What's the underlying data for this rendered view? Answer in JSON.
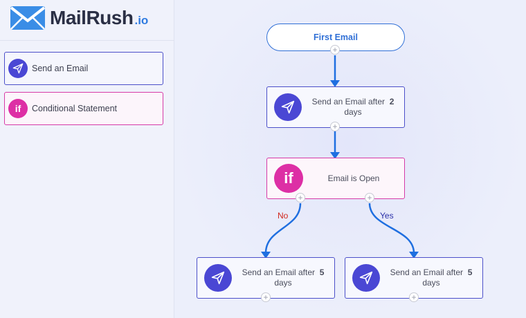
{
  "brand": {
    "name": "MailRush",
    "suffix": ".io"
  },
  "palette": {
    "email_label": "Send an Email",
    "cond_label": "Conditional Statement",
    "cond_icon_text": "if"
  },
  "flow": {
    "start_label": "First Email",
    "step1": {
      "prefix": "Send an Email after",
      "count": "2",
      "unit": "days"
    },
    "condition": {
      "icon_text": "if",
      "label": "Email is Open"
    },
    "branch_no": {
      "label": "No",
      "prefix": "Send an Email after",
      "count": "5",
      "unit": "days"
    },
    "branch_yes": {
      "label": "Yes",
      "prefix": "Send an Email after",
      "count": "5",
      "unit": "days"
    },
    "add_symbol": "+"
  },
  "colors": {
    "accent": "#2f6fd6",
    "email": "#4a47d4",
    "condition": "#dd2fa5",
    "no_label": "#d0261b",
    "yes_label": "#2a2fa8"
  }
}
